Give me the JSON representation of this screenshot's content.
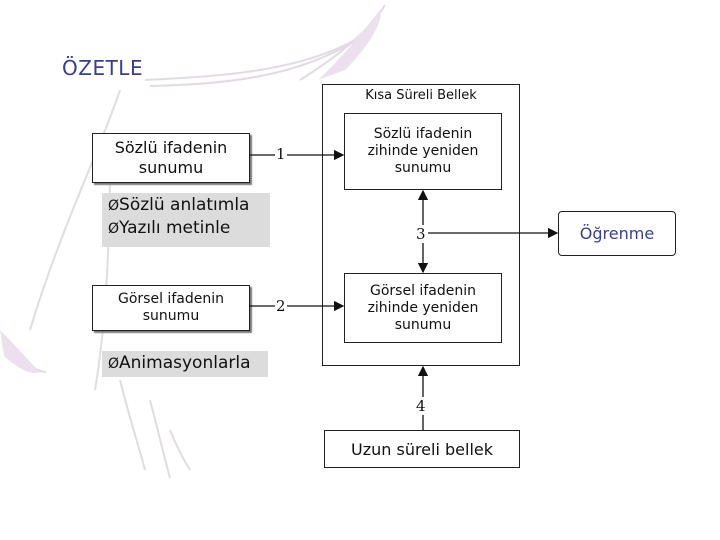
{
  "title": "ÖZETLE",
  "short_term_label": "Kısa Süreli Bellek",
  "verbal_presentation": "Sözlü ifadenin\nsunumu",
  "verbal_methods": [
    "Sözlü anlatımla",
    "Yazılı metinle"
  ],
  "visual_presentation": "Görsel ifadenin\nsunumu",
  "visual_methods": [
    "Animasyonlarla"
  ],
  "verbal_mind": "Sözlü ifadenin\nzihinde yeniden\nsunumu",
  "visual_mind": "Görsel ifadenin\nzihinde yeniden\nsunumu",
  "long_term": "Uzun süreli bellek",
  "learning": "Öğrenme",
  "step_numbers": [
    "1",
    "2",
    "3",
    "4"
  ],
  "bullet_glyph": "Ø"
}
